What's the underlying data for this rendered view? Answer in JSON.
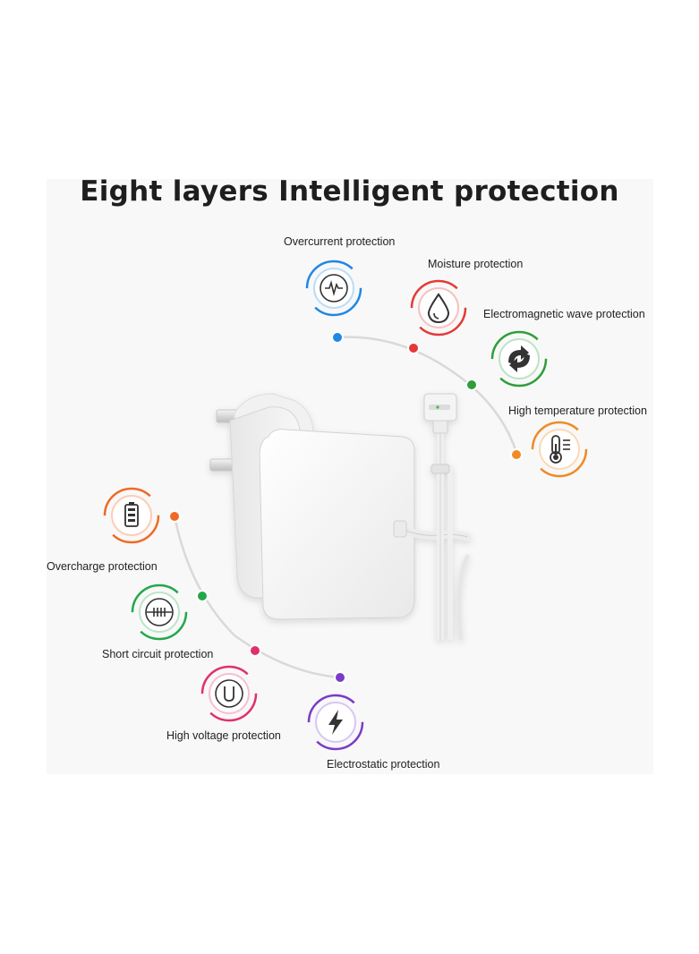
{
  "title": "Eight layers Intelligent protection",
  "features": [
    {
      "label": "Overcurrent protection",
      "icon": "pulse-icon",
      "color": "#1e88e5"
    },
    {
      "label": "Moisture protection",
      "icon": "water-drop-icon",
      "color": "#e53935"
    },
    {
      "label": "Electromagnetic wave protection",
      "icon": "refresh-arrows-icon",
      "color": "#2e9e3a"
    },
    {
      "label": "High temperature protection",
      "icon": "thermometer-icon",
      "color": "#f08a24"
    },
    {
      "label": "Overcharge protection",
      "icon": "battery-icon",
      "color": "#f06a24"
    },
    {
      "label": "Short circuit protection",
      "icon": "short-circuit-icon",
      "color": "#22a84a"
    },
    {
      "label": "High voltage protection",
      "icon": "voltage-icon",
      "color": "#e0306a"
    },
    {
      "label": "Electrostatic protection",
      "icon": "lightning-icon",
      "color": "#7a3cc8"
    }
  ]
}
